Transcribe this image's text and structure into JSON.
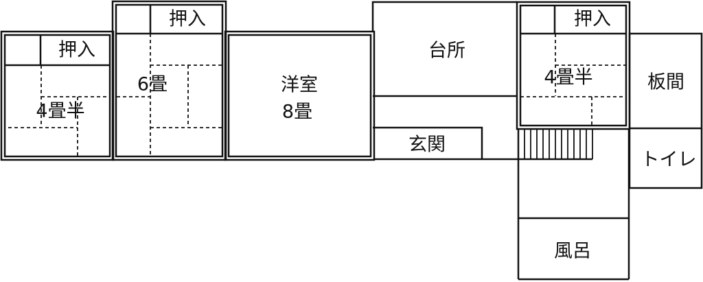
{
  "rooms": {
    "left_closet": "押入",
    "left_tatami": "4畳半",
    "six_closet": "押入",
    "six_tatami": "6畳",
    "western_room": "洋室",
    "western_size": "8畳",
    "kitchen": "台所",
    "entrance": "玄関",
    "right_closet": "押入",
    "right_tatami": "4畳半",
    "wood_floor": "板間",
    "toilet": "トイレ",
    "bath": "風呂"
  },
  "colors": {
    "line": "#111111",
    "background": "#ffffff"
  }
}
